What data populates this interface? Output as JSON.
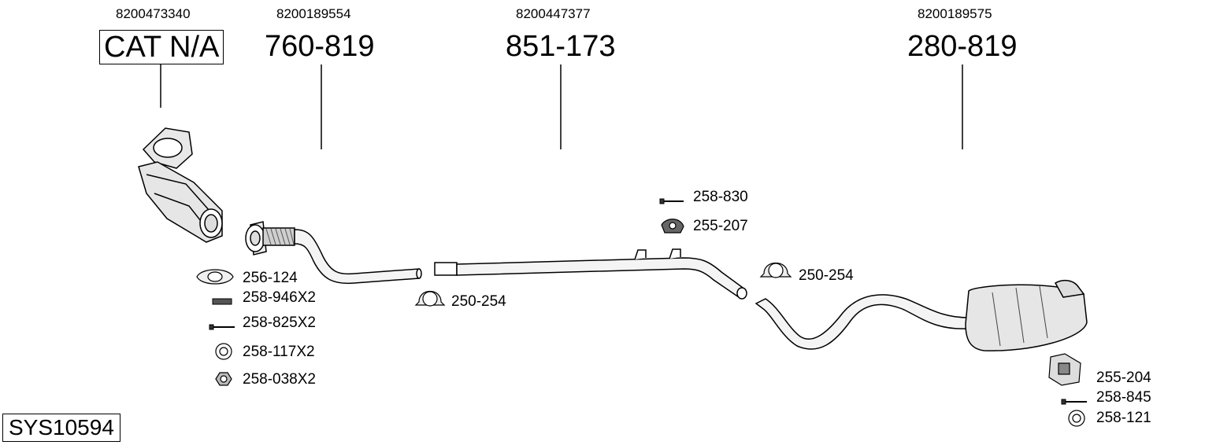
{
  "parts": [
    {
      "oem": "8200473340",
      "label": "CAT N/A"
    },
    {
      "oem": "8200189554",
      "label": "760-819"
    },
    {
      "oem": "8200447377",
      "label": "851-173"
    },
    {
      "oem": "8200189575",
      "label": "280-819"
    }
  ],
  "fittings_left": [
    "256-124",
    "258-946X2",
    "258-825X2",
    "258-117X2",
    "258-038X2"
  ],
  "clamp_left": "250-254",
  "fittings_mid": [
    "258-830",
    "255-207",
    "250-254"
  ],
  "fittings_right": [
    "255-204",
    "258-845",
    "258-121"
  ],
  "system_code": "SYS10594"
}
